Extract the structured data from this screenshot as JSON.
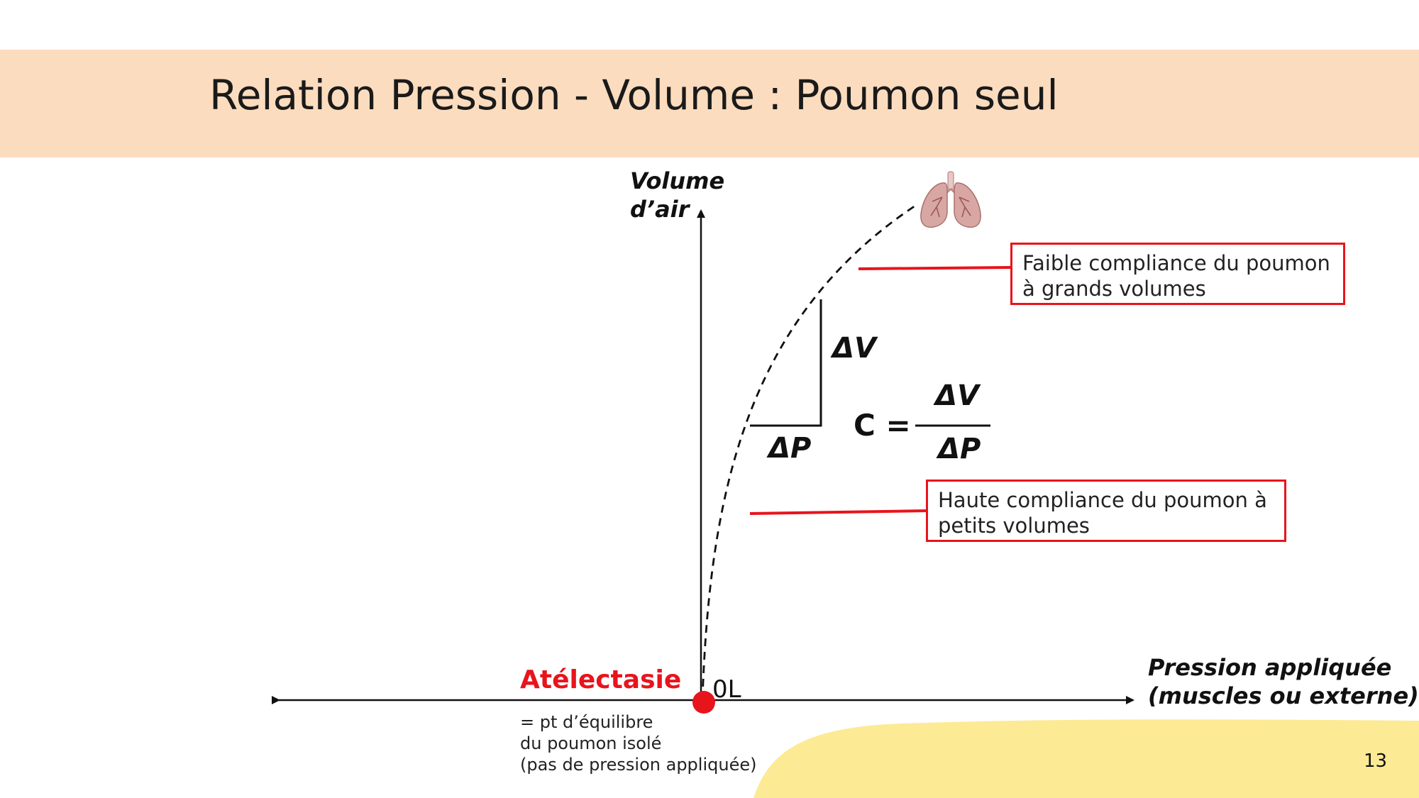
{
  "slide": {
    "title": "Relation Pression - Volume : Poumon seul",
    "page_number": "13",
    "header_color": "#fcdcbe",
    "accent_color": "#e8141c",
    "blob_color": "#fdea94"
  },
  "axes": {
    "y_label_line1": "Volume",
    "y_label_line2": "d’air",
    "x_label_line1": "Pression appliquée",
    "x_label_line2": "(muscles ou externe)",
    "origin_label": "0L"
  },
  "deltas": {
    "dv": "ΔV",
    "dp": "ΔP"
  },
  "formula": {
    "lhs": "C =",
    "numerator": "ΔV",
    "denominator": "ΔP"
  },
  "callouts": {
    "high_volume": "Faible compliance du poumon à grands volumes",
    "low_volume": "Haute compliance du poumon à petits volumes"
  },
  "equilibrium": {
    "title": "Atélectasie",
    "line1": "= pt d’équilibre",
    "line2": "du poumon isolé",
    "line3": "(pas de pression appliquée)"
  },
  "icons": {
    "lungs": "lungs-icon",
    "equilibrium_point": "red-dot"
  }
}
